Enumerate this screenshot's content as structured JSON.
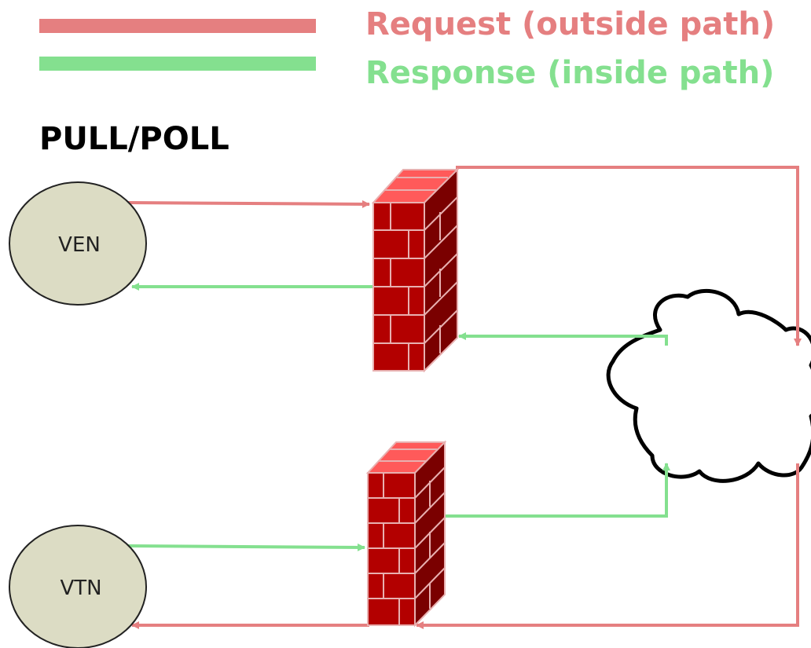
{
  "colors": {
    "request": "#e57f80",
    "response": "#84e08f",
    "node_fill": "#dcdcc4",
    "node_stroke": "#222222",
    "brick": "#b30000",
    "brick_side": "#7a0000",
    "brick_top": "#ff5a5a",
    "mortar": "#e8b0b0"
  },
  "legend": {
    "request_label": "Request (outside path)",
    "response_label": "Response (inside path)"
  },
  "heading": "PULL/POLL",
  "nodes": {
    "ven": "VEN",
    "vtn": "VTN"
  },
  "icons": {
    "firewall_top": "firewall-brick-wall-icon",
    "firewall_bottom": "firewall-brick-wall-icon",
    "cloud": "cloud-icon"
  }
}
